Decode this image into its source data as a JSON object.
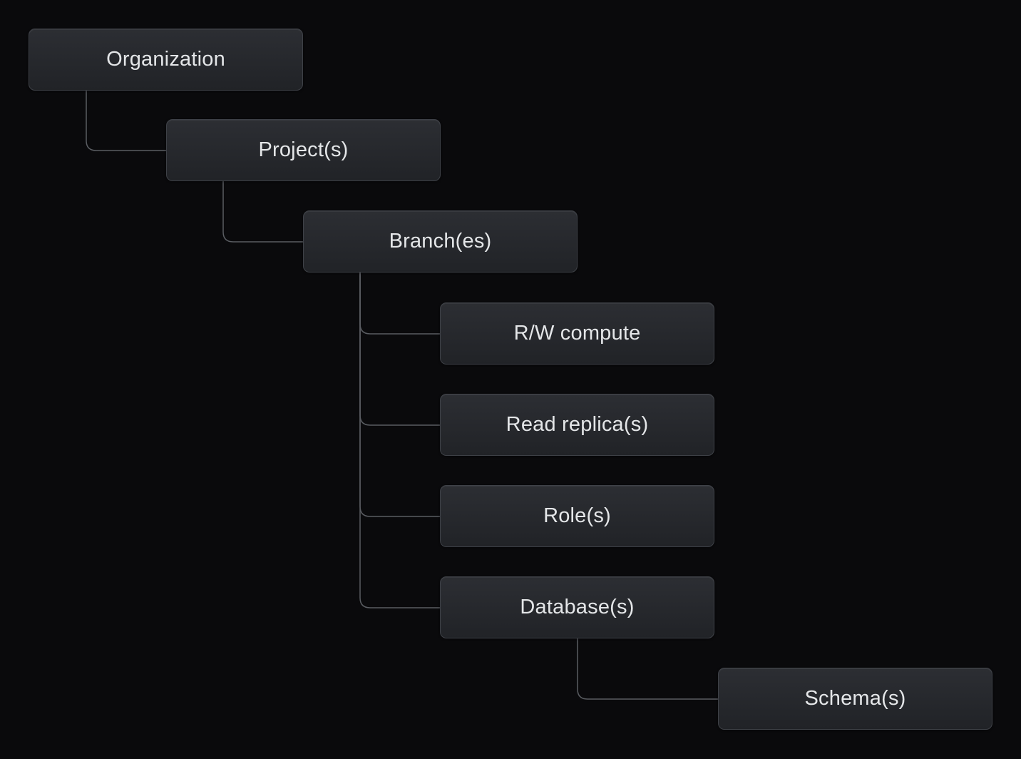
{
  "nodes": [
    {
      "id": "organization",
      "label": "Organization"
    },
    {
      "id": "projects",
      "label": "Project(s)"
    },
    {
      "id": "branches",
      "label": "Branch(es)"
    },
    {
      "id": "rw-compute",
      "label": "R/W compute"
    },
    {
      "id": "read-replicas",
      "label": "Read replica(s)"
    },
    {
      "id": "roles",
      "label": "Role(s)"
    },
    {
      "id": "databases",
      "label": "Database(s)"
    },
    {
      "id": "schemas",
      "label": "Schema(s)"
    }
  ],
  "edges": [
    {
      "from": "organization",
      "to": "projects"
    },
    {
      "from": "projects",
      "to": "branches"
    },
    {
      "from": "branches",
      "to": "rw-compute"
    },
    {
      "from": "branches",
      "to": "read-replicas"
    },
    {
      "from": "branches",
      "to": "roles"
    },
    {
      "from": "branches",
      "to": "databases"
    },
    {
      "from": "databases",
      "to": "schemas"
    }
  ],
  "colors": {
    "background": "#0a0a0c",
    "node-fill-top": "#2c2e33",
    "node-fill-bottom": "#212327",
    "node-border": "#3e4147",
    "node-text": "#e4e6e8",
    "connector": "#5a5d62"
  }
}
